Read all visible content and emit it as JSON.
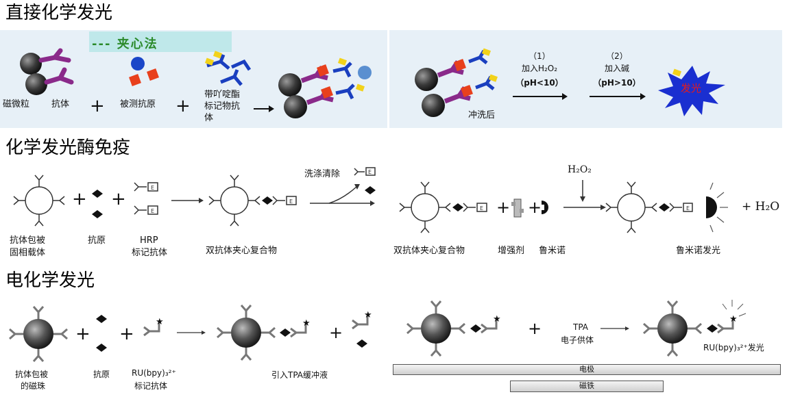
{
  "sections": {
    "direct": {
      "title": "直接化学发光",
      "method_label": "--- 夹心法",
      "labels": {
        "magnetic_particle": "磁微粒",
        "antibody": "抗体",
        "antigen": "被测抗原",
        "acridinium_ab_line1": "带吖啶酯",
        "acridinium_ab_line2": "标记物抗",
        "acridinium_ab_line3": "体",
        "after_wash": "冲洗后",
        "step1_num": "（1）",
        "step1_text": "加入H₂O₂",
        "step1_cond": "（pH<10）",
        "step2_num": "（2）",
        "step2_text": "加入碱",
        "step2_cond": "（pH>10）",
        "glow": "发光"
      },
      "plus": "+"
    },
    "enzyme": {
      "title": "化学发光酶免疫",
      "labels": {
        "coated_ab_line1": "抗体包被",
        "coated_ab_line2": "固相载体",
        "antigen": "抗原",
        "hrp_ab_line1": "HRP",
        "hrp_ab_line2": "标记抗体",
        "sandwich": "双抗体夹心复合物",
        "wash": "洗涤清除",
        "sandwich2": "双抗体夹心复合物",
        "enhancer": "增强剂",
        "luminol": "鲁米诺",
        "h2o2": "H₂O₂",
        "luminol_glow": "鲁米诺发光",
        "h2o": "+ H₂O"
      },
      "plus": "+"
    },
    "electro": {
      "title": "电化学发光",
      "labels": {
        "coated_bead_line1": "抗体包被",
        "coated_bead_line2": "的磁珠",
        "antigen": "抗原",
        "ru_ab_line1": "RU(bpy)₃²⁺",
        "ru_ab_line2": "标记抗体",
        "tpa_buffer": "引入TPA缓冲液",
        "tpa": "TPA",
        "electron_donor": "电子供体",
        "ru_glow": "RU(bpy)₃²⁺发光",
        "electrode": "电极",
        "magnet": "磁铁"
      },
      "plus": "+"
    }
  },
  "colors": {
    "panel_bg": "#e7f0f7",
    "antibody_purple": "#8a2a8a",
    "antigen_red": "#e8401c",
    "antigen_blue": "#1a46c8",
    "label_yellow": "#f2d21a",
    "label_blue": "#1a3fbf",
    "burst_blue": "#1a2fd0",
    "burst_text_red": "#e51b1b",
    "method_green": "#2b8a2b"
  }
}
